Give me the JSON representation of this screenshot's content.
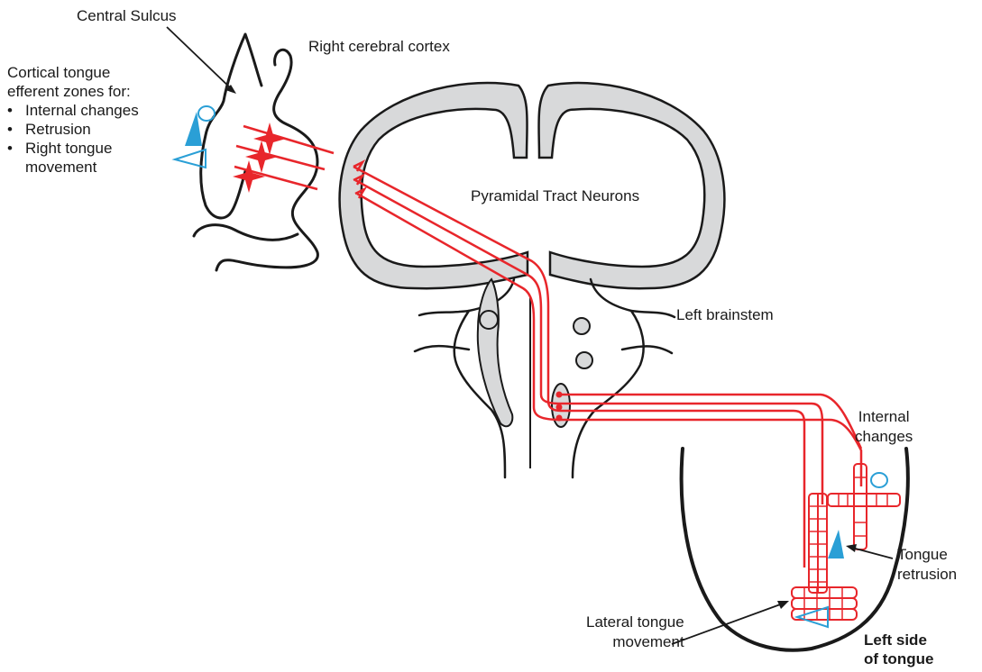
{
  "labels": {
    "central_sulcus": "Central Sulcus",
    "right_cerebral_cortex": "Right cerebral cortex",
    "cortical_zones_title_1": "Cortical tongue",
    "cortical_zones_title_2": "efferent zones for:",
    "zones": [
      "Internal changes",
      "Retrusion",
      "Right tongue",
      "movement"
    ],
    "pyramidal_tract": "Pyramidal Tract Neurons",
    "left_brainstem": "Left brainstem",
    "internal_changes_1": "Internal",
    "internal_changes_2": "changes",
    "tongue_retrusion_1": "Tongue",
    "tongue_retrusion_2": "retrusion",
    "lateral_movement_1": "Lateral tongue",
    "lateral_movement_2": "movement",
    "left_side_1": "Left side",
    "left_side_2": "of tongue"
  },
  "colors": {
    "tract": "#e8262b",
    "cortex_fill": "#d8d9da",
    "outline": "#1a1a1a",
    "marker_blue": "#2a9fd6"
  },
  "icons": [
    "filled-triangle-icon",
    "open-circle-icon",
    "open-triangle-icon"
  ]
}
